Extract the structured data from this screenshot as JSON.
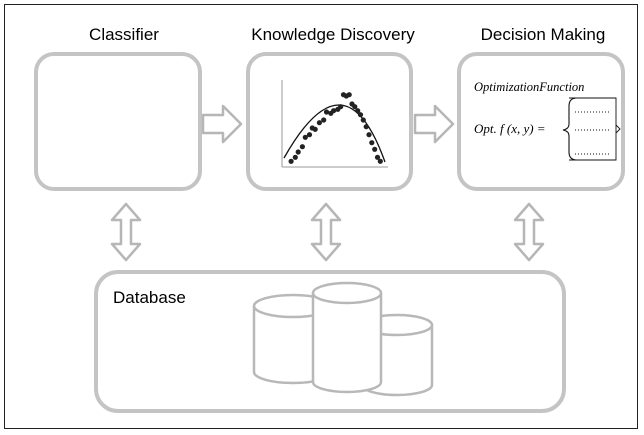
{
  "blocks": {
    "classifier": {
      "title": "Classifier"
    },
    "knowledge": {
      "title": "Knowledge Discovery"
    },
    "decision": {
      "title": "Decision Making",
      "function_name": "OptimizationFunction",
      "formula": "Opt. f (x, y) ="
    },
    "database": {
      "title": "Database"
    }
  },
  "scatter": {
    "points": [
      [
        0.5,
        0.2
      ],
      [
        0.8,
        0.5
      ],
      [
        1.0,
        0.9
      ],
      [
        1.3,
        1.3
      ],
      [
        1.5,
        2.0
      ],
      [
        1.8,
        2.2
      ],
      [
        2.0,
        2.7
      ],
      [
        2.2,
        2.6
      ],
      [
        2.5,
        3.1
      ],
      [
        2.8,
        3.3
      ],
      [
        3.0,
        3.9
      ],
      [
        3.3,
        3.8
      ],
      [
        3.5,
        4.0
      ],
      [
        3.8,
        4.1
      ],
      [
        4.0,
        4.3
      ],
      [
        4.2,
        5.2
      ],
      [
        4.4,
        5.1
      ],
      [
        4.6,
        5.2
      ],
      [
        4.8,
        4.5
      ],
      [
        5.0,
        4.3
      ],
      [
        5.2,
        4.0
      ],
      [
        5.4,
        3.7
      ],
      [
        5.6,
        3.3
      ],
      [
        5.8,
        2.8
      ],
      [
        6.0,
        2.2
      ],
      [
        6.2,
        1.6
      ],
      [
        6.4,
        1.1
      ],
      [
        6.6,
        0.5
      ],
      [
        6.8,
        0.2
      ]
    ],
    "xrange": [
      0,
      7.2
    ],
    "yrange": [
      0,
      6
    ]
  },
  "database_cylinders": [
    {
      "name": "left"
    },
    {
      "name": "center"
    },
    {
      "name": "right"
    }
  ]
}
